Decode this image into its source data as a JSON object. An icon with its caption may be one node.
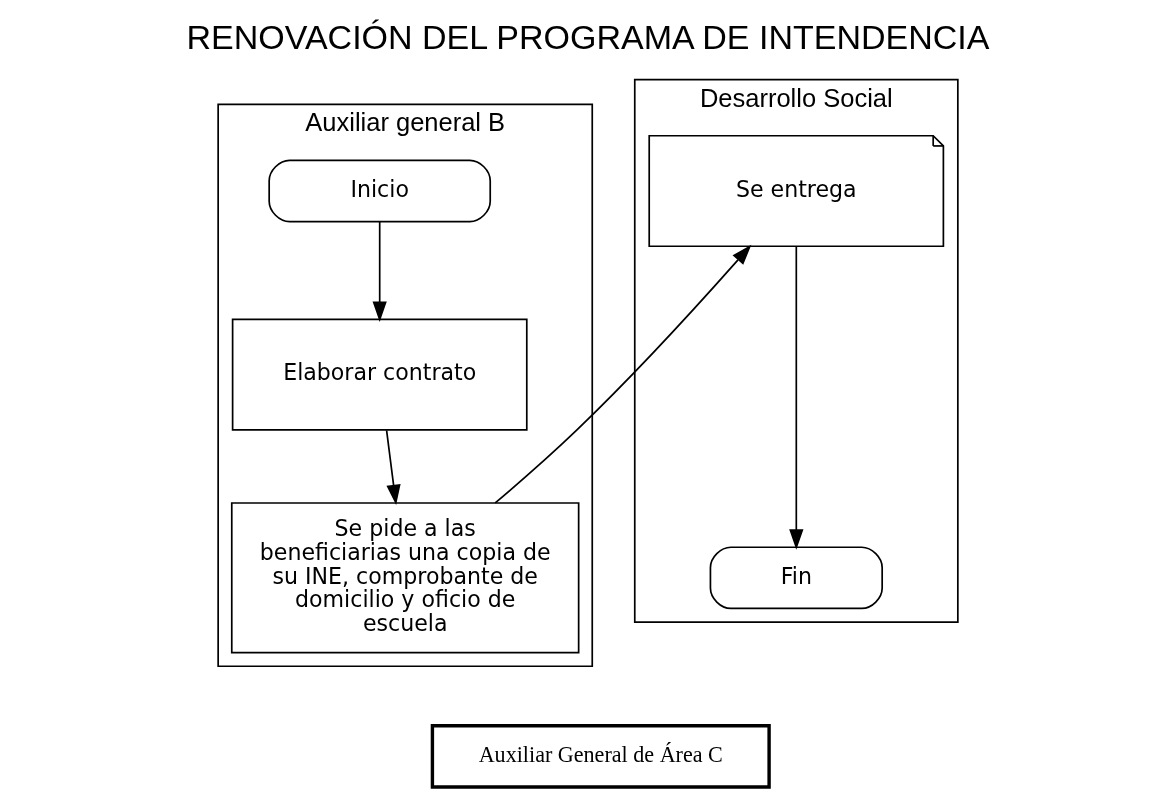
{
  "diagram": {
    "title": "RENOVACIÓN DEL PROGRAMA DE INTENDENCIA",
    "nodes": [
      {
        "text": [
          "Auxiliar general B"
        ]
      },
      {
        "text": [
          "Desarrollo Social"
        ]
      },
      {
        "text": [
          "Inicio"
        ],
        "in": 0
      },
      {
        "text": [
          "Elaborar contrato"
        ],
        "in": 0
      },
      {
        "text": [
          "Se pide a las beneficiarias una copia de su INE, comprobante de domicilio y oficio de escuela"
        ],
        "in": 0
      },
      {
        "text": [
          "Se entrega"
        ],
        "in": 1
      },
      {
        "text": [
          "Fin"
        ],
        "in": 1
      },
      {
        "text": [
          "Auxiliar General de Área C"
        ]
      }
    ],
    "edges": [
      {
        "from": 2,
        "to": 3,
        "arrow": "to"
      },
      {
        "from": 3,
        "to": 4,
        "arrow": "to"
      },
      {
        "from": 4,
        "to": 5,
        "arrow": "to"
      },
      {
        "from": 5,
        "to": 6,
        "arrow": "to"
      }
    ]
  }
}
